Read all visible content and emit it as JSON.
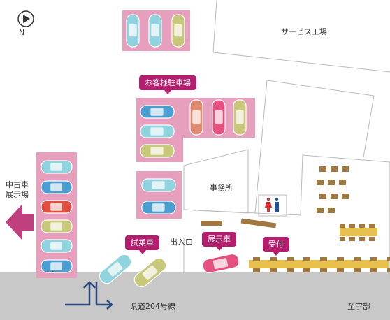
{
  "compass": {
    "label": "N",
    "icon": "north-arrow-icon"
  },
  "buildings": {
    "service_factory": "サービス工場",
    "office": "事務所"
  },
  "labels": {
    "customer_parking": "お客様駐車場",
    "used_car_lot_line1": "中古車",
    "used_car_lot_line2": "展示場",
    "test_drive": "試乗車",
    "entrance": "出入口",
    "display_car": "展示車",
    "reception": "受付"
  },
  "road": {
    "name": "県道204号線",
    "direction": "至宇部"
  },
  "icons": {
    "restroom": "restroom-icon",
    "car": "car-icon",
    "arrow": "arrow-left-icon",
    "route": "route-arrow-icon"
  },
  "colors": {
    "parking_pink": "#e6a0be",
    "tag_magenta": "#b41e6e",
    "road_gray": "#c8c8c8",
    "arrow_magenta": "#c0407f",
    "table_brown": "#a07840",
    "route_navy": "#2a4a80",
    "car_blue": "#4a9ed0",
    "car_teal": "#8fd3de",
    "car_olive": "#c8c87a",
    "car_red": "#e05040",
    "car_pink": "#e6507e",
    "car_salmon": "#e08a70"
  }
}
